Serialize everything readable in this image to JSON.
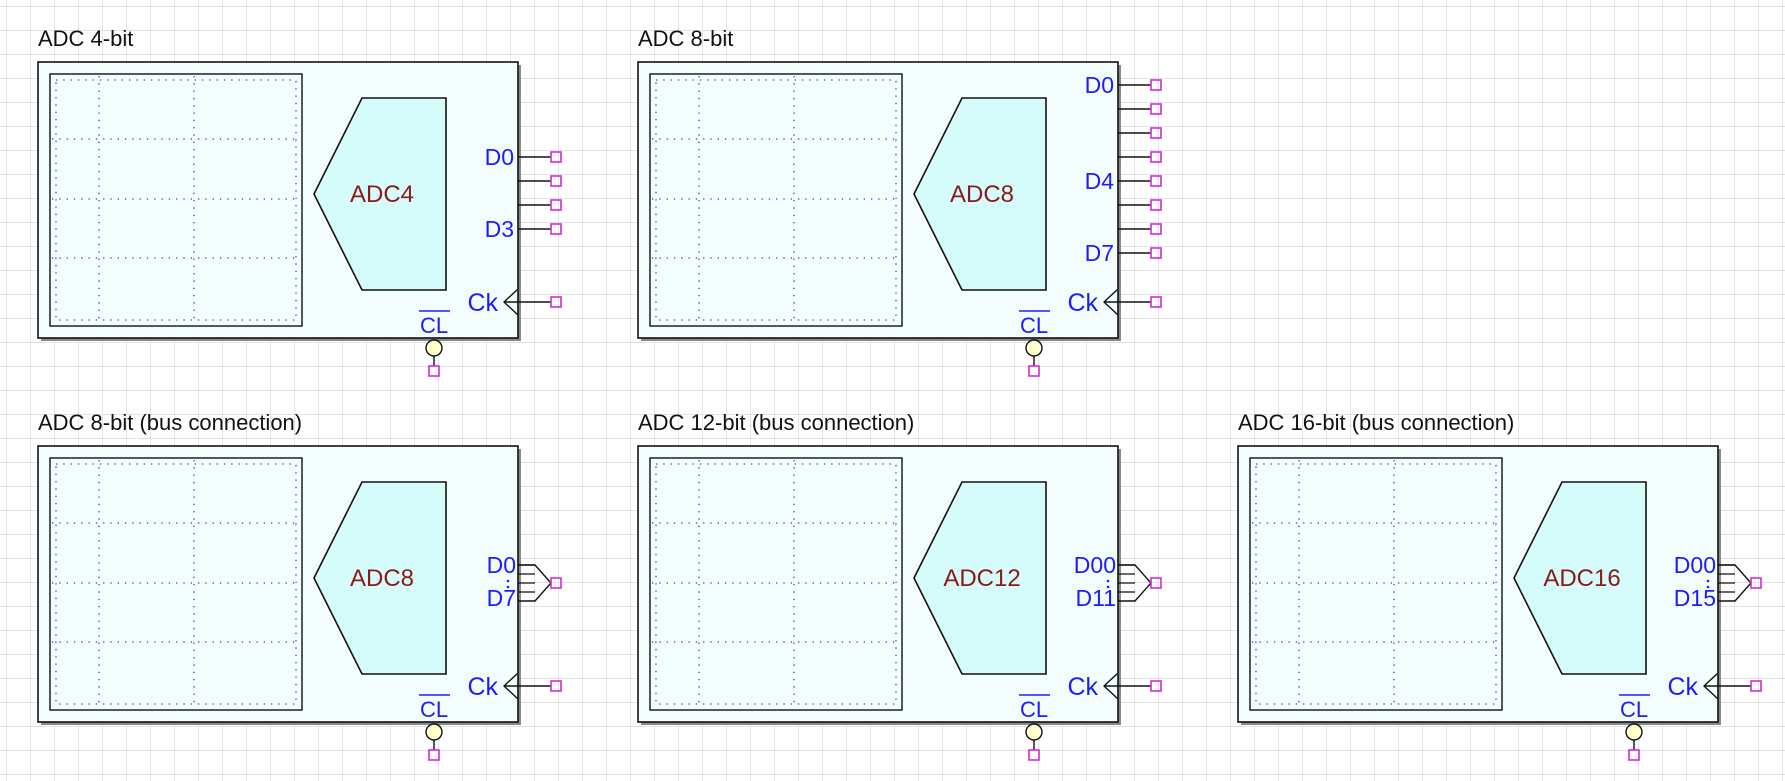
{
  "colors": {
    "body_fill": "#f3fdfd",
    "adc_fill": "#d6fbfb",
    "outline": "#111111",
    "pin_square": "#d42bd4",
    "label_blue": "#1c1cff",
    "chip_label": "#8b1a1a",
    "dot_grid": "#3a3acc"
  },
  "components": [
    {
      "title": "ADC 4-bit",
      "chip": "ADC4",
      "bus": false,
      "pins": [
        "D0",
        "",
        "",
        "D3"
      ],
      "clock": "Ck",
      "clear": "CL"
    },
    {
      "title": "ADC 8-bit",
      "chip": "ADC8",
      "bus": false,
      "pins": [
        "D0",
        "",
        "",
        "",
        "D4",
        "",
        "",
        "D7"
      ],
      "clock": "Ck",
      "clear": "CL"
    },
    {
      "title": "ADC 8-bit (bus connection)",
      "chip": "ADC8",
      "bus": true,
      "bus_top": "D0",
      "bus_bottom": "D7",
      "clock": "Ck",
      "clear": "CL"
    },
    {
      "title": "ADC 12-bit (bus connection)",
      "chip": "ADC12",
      "bus": true,
      "bus_top": "D00",
      "bus_bottom": "D11",
      "clock": "Ck",
      "clear": "CL"
    },
    {
      "title": "ADC 16-bit (bus connection)",
      "chip": "ADC16",
      "bus": true,
      "bus_top": "D00",
      "bus_bottom": "D15",
      "clock": "Ck",
      "clear": "CL"
    }
  ]
}
